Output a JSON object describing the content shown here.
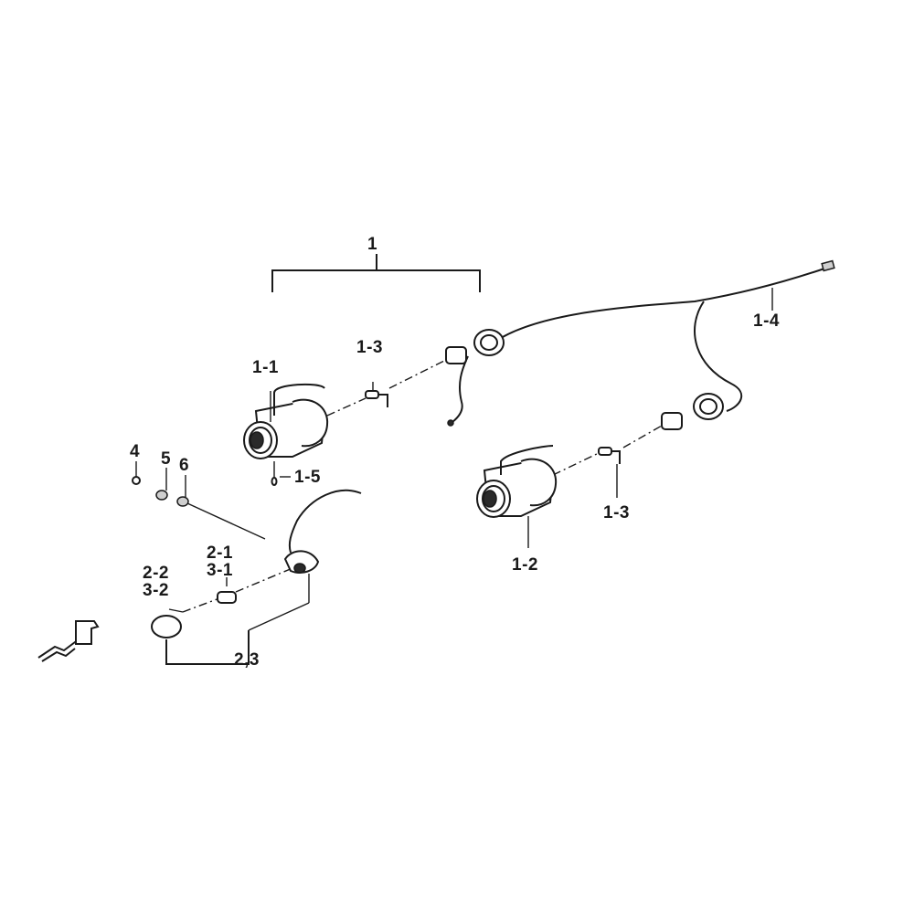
{
  "labels": {
    "assembly_1": "1",
    "part_1_1": "1-1",
    "part_1_2": "1-2",
    "part_1_3_upper": "1-3",
    "part_1_3_lower": "1-3",
    "part_1_4": "1-4",
    "part_1_5": "1-5",
    "part_4": "4",
    "part_5": "5",
    "part_6": "6",
    "part_2_1": "2-1",
    "part_3_1": "3-1",
    "part_2_2": "2-2",
    "part_3_2": "3-2",
    "assembly_2_3": "2,3",
    "front_marker": "F"
  },
  "icons": {
    "front_direction": "front-direction-arrow-icon"
  }
}
